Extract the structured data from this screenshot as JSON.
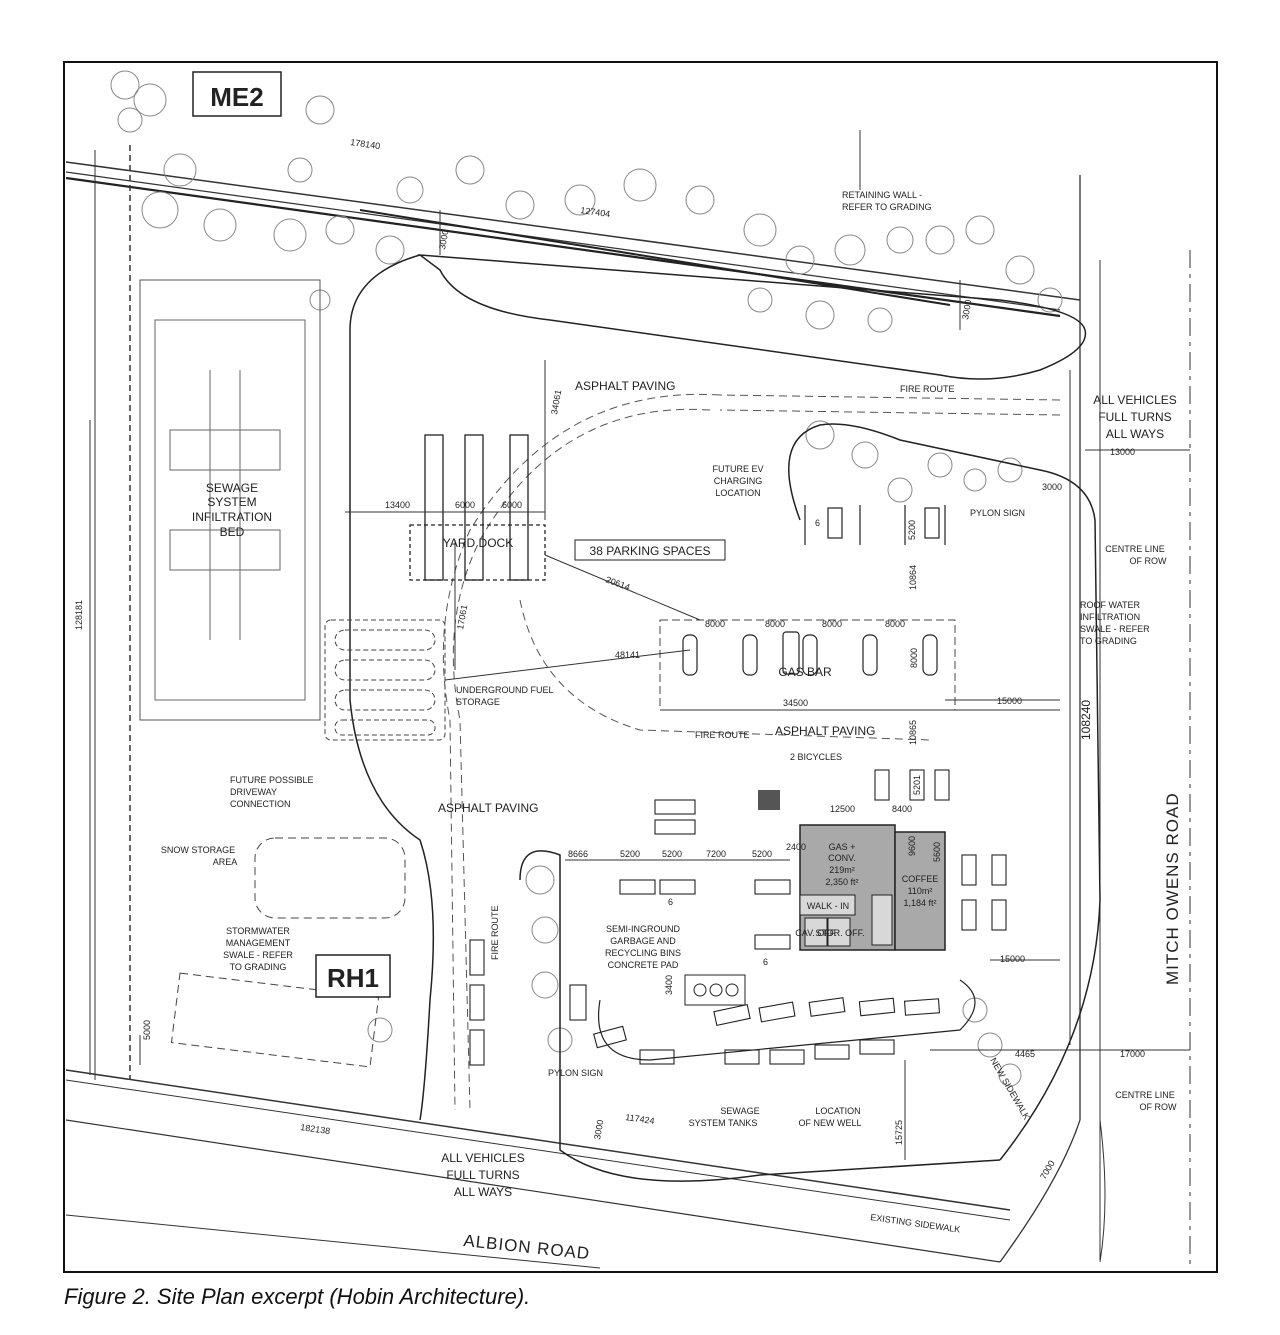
{
  "zones": {
    "top": "ME2",
    "bottom": "RH1"
  },
  "roads": {
    "south": "ALBION ROAD",
    "east": "MITCH OWENS ROAD"
  },
  "labels": {
    "retaining_wall_1": "RETAINING WALL -",
    "retaining_wall_2": "REFER TO GRADING",
    "asphalt_1": "ASPHALT PAVING",
    "asphalt_2": "ASPHALT PAVING",
    "asphalt_3": "ASPHALT PAVING",
    "fire_route_1": "FIRE ROUTE",
    "fire_route_2": "FIRE ROUTE",
    "fire_route_3": "FIRE ROUTE",
    "all_vehicles_e_1": "ALL VEHICLES",
    "all_vehicles_e_2": "FULL TURNS",
    "all_vehicles_e_3": "ALL WAYS",
    "all_vehicles_s_1": "ALL VEHICLES",
    "all_vehicles_s_2": "FULL TURNS",
    "all_vehicles_s_3": "ALL WAYS",
    "sewage_1": "SEWAGE",
    "sewage_2": "SYSTEM",
    "sewage_3": "INFILTRATION",
    "sewage_4": "BED",
    "yard_dock": "YARD DOCK",
    "parking_spaces": "38 PARKING SPACES",
    "future_ev_1": "FUTURE EV",
    "future_ev_2": "CHARGING",
    "future_ev_3": "LOCATION",
    "pylon_sign_1": "PYLON SIGN",
    "pylon_sign_2": "PYLON SIGN",
    "centre_line_1a": "CENTRE LINE",
    "centre_line_1b": "OF ROW",
    "centre_line_2a": "CENTRE LINE",
    "centre_line_2b": "OF ROW",
    "roof_water_1": "ROOF WATER",
    "roof_water_2": "INFILTRATION",
    "roof_water_3": "SWALE - REFER",
    "roof_water_4": "TO GRADING",
    "gas_bar": "GAS BAR",
    "underground_fuel_1": "UNDERGROUND FUEL",
    "underground_fuel_2": "STORAGE",
    "future_driveway_1": "FUTURE POSSIBLE",
    "future_driveway_2": "DRIVEWAY",
    "future_driveway_3": "CONNECTION",
    "snow_storage_1": "SNOW STORAGE",
    "snow_storage_2": "AREA",
    "stormwater_1": "STORMWATER",
    "stormwater_2": "MANAGEMENT",
    "stormwater_3": "SWALE - REFER",
    "stormwater_4": "TO GRADING",
    "bicycles": "2 BICYCLES",
    "gas_conv_1": "GAS +",
    "gas_conv_2": "CONV.",
    "gas_conv_area_1": "219m²",
    "gas_conv_area_2": "2,350 ft²",
    "coffee": "COFFEE",
    "coffee_area_1": "110m²",
    "coffee_area_2": "1,184 ft²",
    "walk_in": "WALK - IN",
    "cav_off": "CAV. OFF.",
    "stor": "STOR. OFF.",
    "semi_inground_1": "SEMI-INGROUND",
    "semi_inground_2": "GARBAGE AND",
    "semi_inground_3": "RECYCLING BINS",
    "semi_inground_4": "CONCRETE PAD",
    "sewage_tanks_1": "SEWAGE",
    "sewage_tanks_2": "SYSTEM TANKS",
    "new_well_1": "LOCATION",
    "new_well_2": "OF NEW WELL",
    "new_sidewalk": "NEW SIDEWALK",
    "existing_sidewalk": "EXISTING SIDEWALK"
  },
  "dimensions": {
    "d_178140": "178140",
    "d_127404": "127404",
    "d_3000_a": "3000",
    "d_3000_b": "3000",
    "d_3000_c": "3000",
    "d_3000_d": "3000",
    "d_13000_e": "13000",
    "d_13400": "13400",
    "d_6000_a": "6000",
    "d_6000_b": "6000",
    "d_34061": "34061",
    "d_20614": "20614",
    "d_17061": "17061",
    "d_48141": "48141",
    "d_8000_a": "8000",
    "d_8000_b": "8000",
    "d_8000_c": "8000",
    "d_8000_d": "8000",
    "d_8000_v": "8000",
    "d_5200_a": "5200",
    "d_10864": "10864",
    "d_34500": "34500",
    "d_15000_a": "15000",
    "d_15000_b": "15000",
    "d_108240": "108240",
    "d_128181": "128181",
    "d_5000": "5000",
    "d_182138": "182138",
    "d_117424": "117424",
    "d_15725": "15725",
    "d_17000": "17000",
    "d_4465": "4465",
    "d_8666": "8666",
    "d_5200_b": "5200",
    "d_5200_c": "5200",
    "d_7200": "7200",
    "d_5200_d": "5200",
    "d_2400": "2400",
    "d_12500": "12500",
    "d_8400": "8400",
    "d_9600": "9600",
    "d_5600": "5600",
    "d_5201": "5201",
    "d_10865": "10865",
    "d_3400": "3400",
    "d_7000": "7000",
    "stall_6_a": "6",
    "stall_6_b": "6",
    "stall_6_c": "6"
  },
  "caption": "Figure 2. Site Plan excerpt (Hobin Architecture)."
}
